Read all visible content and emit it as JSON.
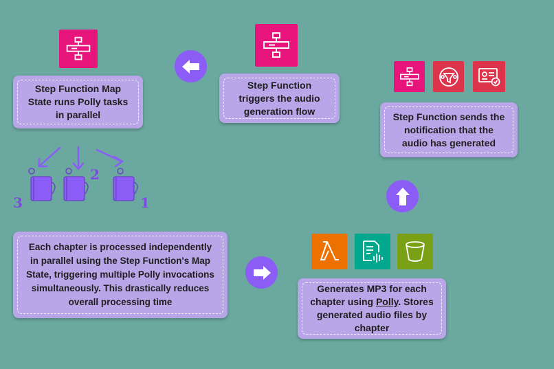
{
  "colors": {
    "background": "#6aa8a0",
    "box": "#b9a6e8",
    "step_function_pink": "#e7157b",
    "lambda_orange": "#ed7100",
    "transcribe_teal": "#01a88d",
    "s3_green": "#7aa116",
    "sns_red": "#dd344c",
    "arrow_purple": "#8b5cf6"
  },
  "boxes": {
    "trigger": {
      "line1": "Step Function",
      "line2": "triggers the audio",
      "line3": "generation flow"
    },
    "map_state": {
      "line1": "Step Function Map",
      "line2": "State runs Polly tasks",
      "line3": "in parallel"
    },
    "notification": {
      "line1": "Step Function sends the",
      "line2": "notification that the",
      "line3": "audio has generated"
    },
    "parallel_desc": {
      "line1": "Each chapter is processed independently",
      "line2": "in parallel using the Step Function's Map",
      "line3": "State, triggering multiple Polly invocations",
      "line4": "simultaneously. This drastically reduces",
      "line5": "overall processing time"
    },
    "generate": {
      "line1": "Generates MP3 for each",
      "line2_pre": "chapter using ",
      "line2_link": "Polly",
      "line2_post": ". Stores",
      "line3": "generated audio files by",
      "line4": "chapter"
    }
  },
  "chapter_numbers": {
    "left": "3",
    "middle": "2",
    "right": "1"
  },
  "icons": {
    "trigger": "step-functions-icon",
    "map_state": "step-functions-icon",
    "notify_step": "step-functions-icon",
    "notify_sns": "sns-icon",
    "notify_msg": "notification-message-icon",
    "lambda": "lambda-icon",
    "transcribe": "transcribe-icon",
    "s3": "s3-bucket-icon"
  }
}
